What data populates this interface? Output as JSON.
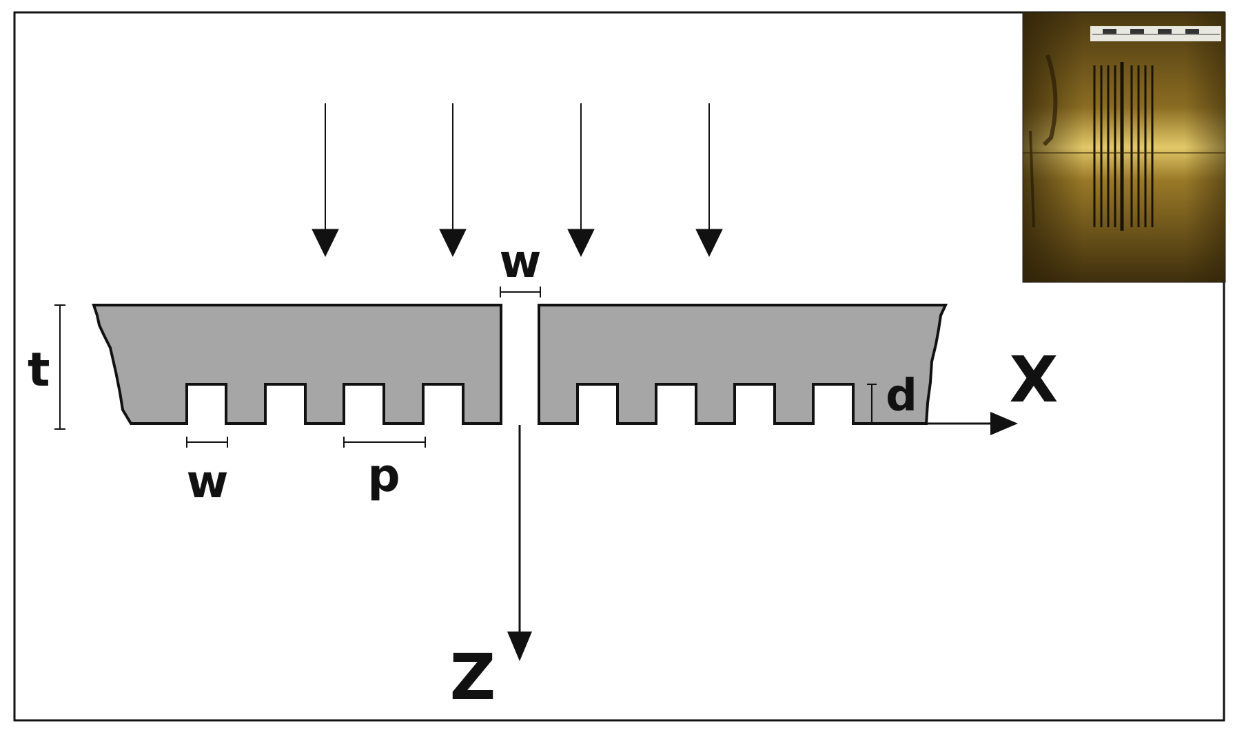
{
  "labels": {
    "thickness": "t",
    "slit_width": "w",
    "groove_width": "w",
    "period": "p",
    "groove_depth": "d",
    "x_axis": "X",
    "z_axis": "Z"
  },
  "colors": {
    "plate_fill": "#a6a6a6",
    "stroke": "#111111",
    "photo_base": "#6b5418",
    "photo_highlight": "#e0c060"
  },
  "diagram": {
    "incident_arrow_count": 4,
    "grooves_per_side": 4,
    "photo_inset": true
  }
}
